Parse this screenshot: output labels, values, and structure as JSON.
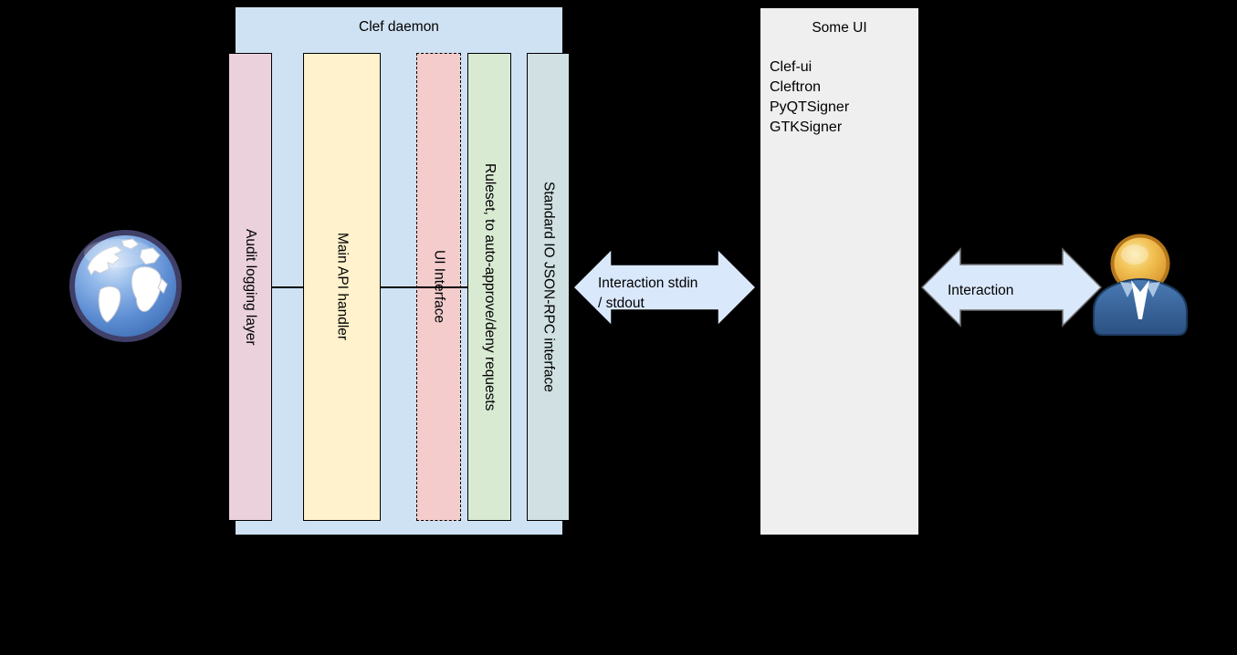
{
  "clef_daemon": {
    "title": "Clef daemon",
    "bars": [
      {
        "label": "Audit logging layer"
      },
      {
        "label": "Main API handler"
      },
      {
        "label": "UI Interface"
      },
      {
        "label": "Ruleset, to auto-approve/deny requests"
      },
      {
        "label": "Standard IO JSON-RPC interface"
      }
    ]
  },
  "some_ui": {
    "title": "Some UI",
    "items": [
      "Clef-ui",
      "Cleftron",
      "PyQTSigner",
      "GTKSigner"
    ]
  },
  "arrows": {
    "clef_to_ui": {
      "line1": "Interaction stdin",
      "line2": "/ stdout"
    },
    "ui_to_user": {
      "label": "Interaction"
    }
  },
  "icons": {
    "left": "globe-icon",
    "right": "user-icon"
  },
  "colors": {
    "background": "#000000",
    "clef_box_fill": "#cfe2f3",
    "audit_bar_fill": "#ead1dc",
    "api_bar_fill": "#fff2cc",
    "ui_bar_fill": "#f4cccc",
    "ruleset_bar_fill": "#d9ead3",
    "stdio_bar_fill": "#d0e0e3",
    "arrow_fill": "#dae8fc",
    "some_ui_box_fill": "#efefef",
    "line_color": "#000000"
  }
}
